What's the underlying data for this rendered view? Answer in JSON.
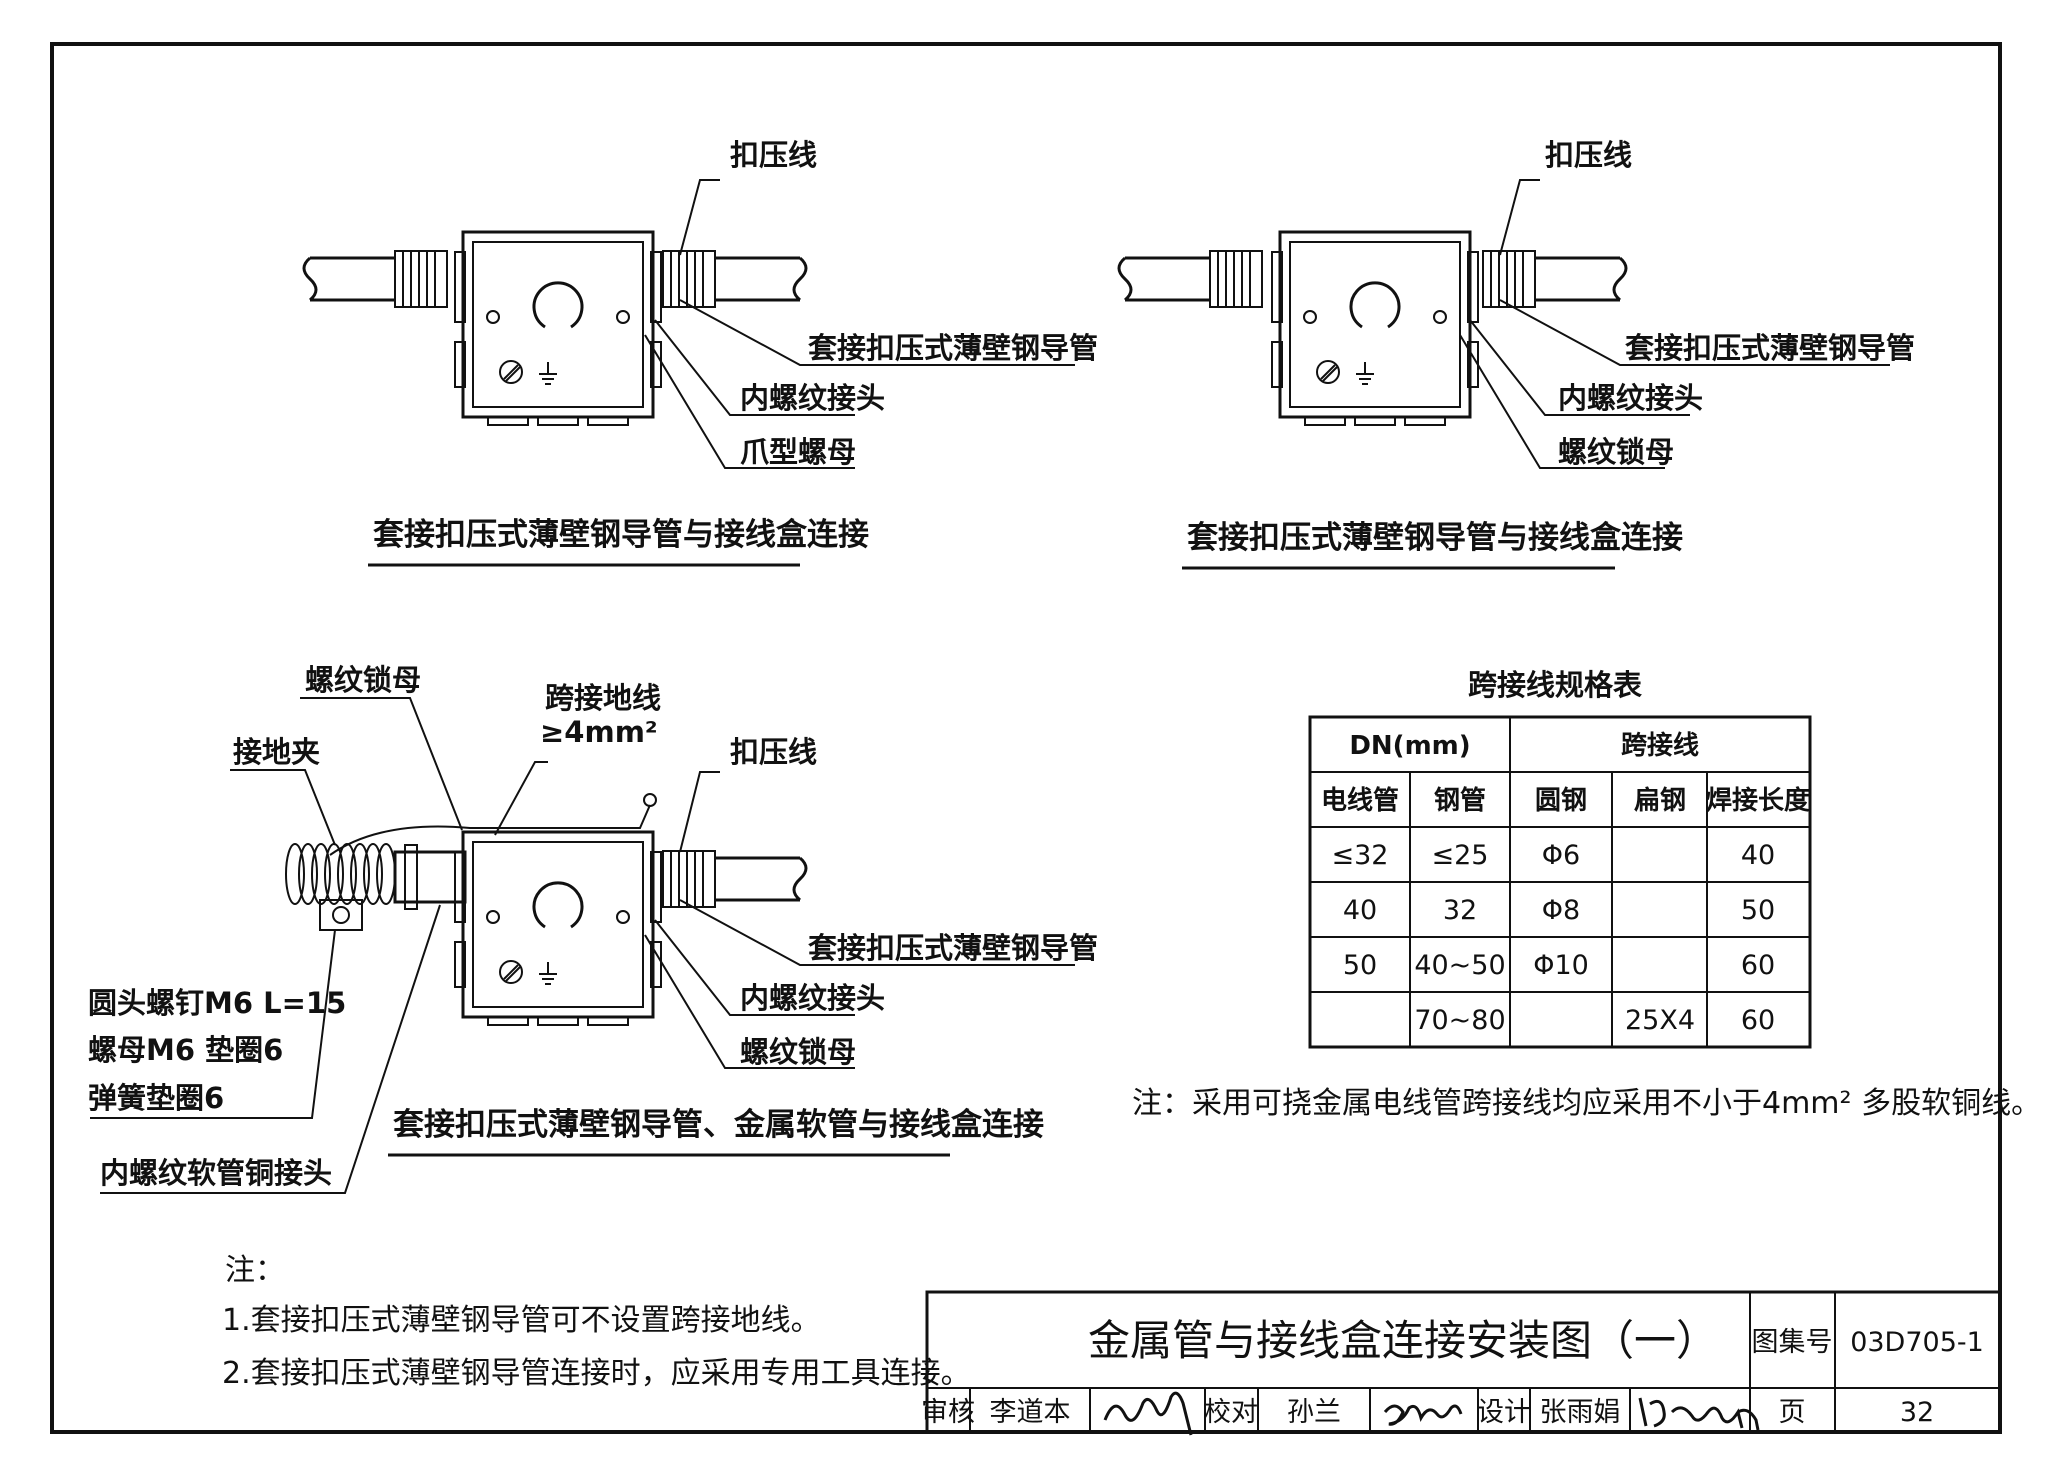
{
  "diagrams": {
    "top_left": {
      "labels": {
        "crimp_line": "扣压线",
        "pipe": "套接扣压式薄壁钢导管",
        "inner_thread": "内螺纹接头",
        "claw_nut": "爪型螺母"
      },
      "caption": "套接扣压式薄壁钢导管与接线盒连接"
    },
    "top_right": {
      "labels": {
        "crimp_line": "扣压线",
        "pipe": "套接扣压式薄壁钢导管",
        "inner_thread": "内螺纹接头",
        "lock_nut": "螺纹锁母"
      },
      "caption": "套接扣压式薄壁钢导管与接线盒连接"
    },
    "bottom_left": {
      "labels": {
        "lock_nut_top": "螺纹锁母",
        "jumper_title": "跨接地线",
        "jumper_spec": "≥4mm²",
        "ground_clamp": "接地夹",
        "crimp_line": "扣压线",
        "pipe": "套接扣压式薄壁钢导管",
        "inner_thread": "内螺纹接头",
        "lock_nut": "螺纹锁母",
        "screw_1": "圆头螺钉M6  L=15",
        "screw_2": "螺母M6   垫圈6",
        "screw_3": "弹簧垫圈6",
        "hose_joint": "内螺纹软管铜接头"
      },
      "caption": "套接扣压式薄壁钢导管、金属软管与接线盒连接"
    }
  },
  "spec_table": {
    "title": "跨接线规格表",
    "group_headers": [
      "DN(mm)",
      "跨接线"
    ],
    "headers": [
      "电线管",
      "钢管",
      "圆钢",
      "扁钢",
      "焊接长度"
    ],
    "rows": [
      [
        "≤32",
        "≤25",
        "Φ6",
        "",
        "40"
      ],
      [
        "40",
        "32",
        "Φ8",
        "",
        "50"
      ],
      [
        "50",
        "40~50",
        "Φ10",
        "",
        "60"
      ],
      [
        "",
        "70~80",
        "",
        "25X4",
        "60"
      ]
    ],
    "note": "注：采用可挠金属电线管跨接线均应采用不小于4mm² 多股软铜线。"
  },
  "notes": {
    "heading": "注：",
    "items": [
      "1.套接扣压式薄壁钢导管可不设置跨接地线。",
      "2.套接扣压式薄壁钢导管连接时，应采用专用工具连接。"
    ]
  },
  "title_block": {
    "title": "金属管与接线盒连接安装图（一）",
    "atlas_label": "图集号",
    "atlas_no": "03D705-1",
    "review_label": "审核",
    "reviewer": "李道本",
    "check_label": "校对",
    "checker": "孙兰",
    "design_label": "设计",
    "designer": "张雨娟",
    "page_label": "页",
    "page_no": "32"
  },
  "symbols": {
    "ground": "⏚"
  }
}
